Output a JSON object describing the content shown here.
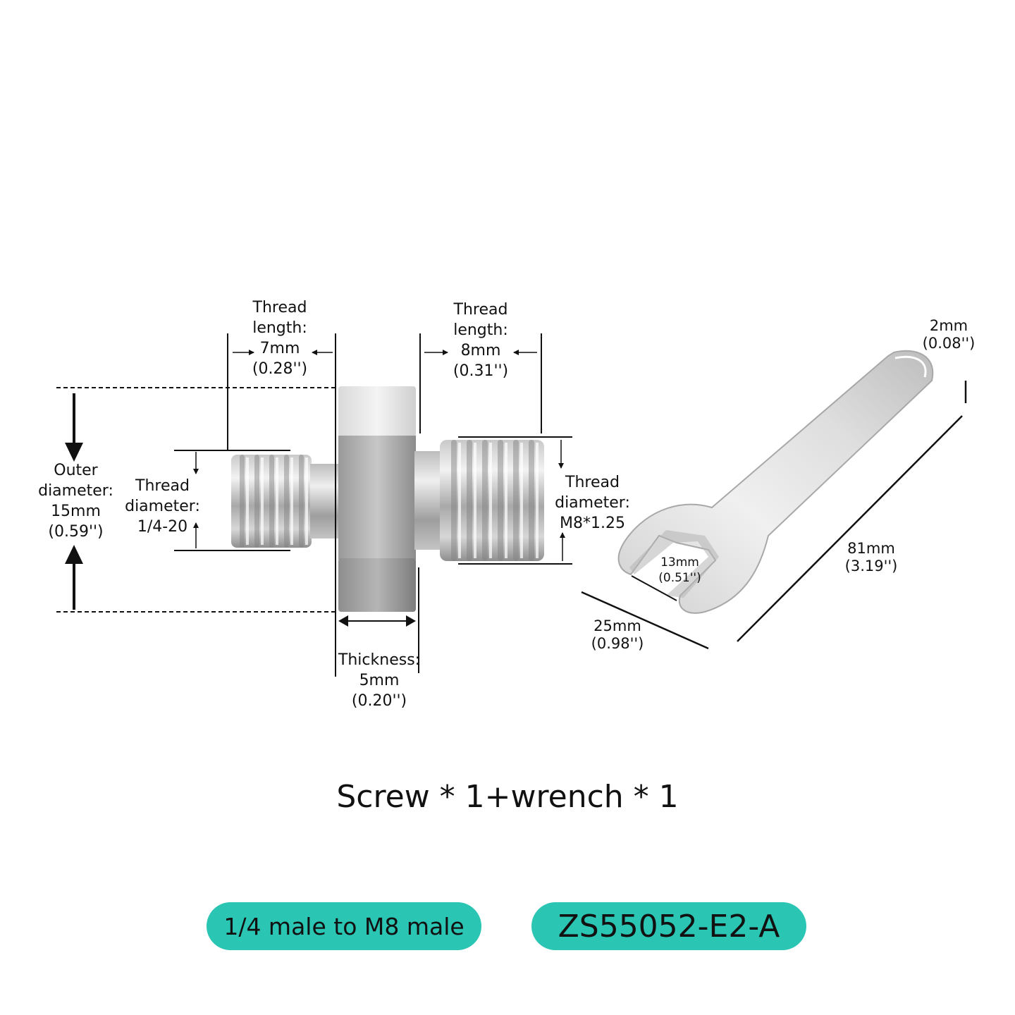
{
  "screw": {
    "left_thread_length": [
      "Thread",
      "length:",
      "7mm",
      "(0.28'')"
    ],
    "right_thread_length": [
      "Thread",
      "length:",
      "8mm",
      "(0.31'')"
    ],
    "outer_diameter": [
      "Outer",
      "diameter:",
      "15mm",
      "(0.59'')"
    ],
    "left_thread_diameter": [
      "Thread",
      "diameter:",
      "1/4-20"
    ],
    "right_thread_diameter": [
      "Thread",
      "diameter:",
      "M8*1.25"
    ],
    "thickness": [
      "Thickness:",
      "5mm",
      "(0.20'')"
    ]
  },
  "wrench": {
    "thickness": [
      "2mm",
      "(0.08'')"
    ],
    "length": [
      "81mm",
      "(3.19'')"
    ],
    "width": [
      "25mm",
      "(0.98'')"
    ],
    "jaw": [
      "13mm",
      "(0.51'')"
    ]
  },
  "summary": "Screw * 1+wrench * 1",
  "tags": {
    "left": "1/4 male to M8 male",
    "right": "ZS55052-E2-A"
  },
  "colors": {
    "tag_background": "#2bc5b4",
    "metal_light": "#e4e4e4",
    "metal_dark": "#8a8a8a"
  }
}
